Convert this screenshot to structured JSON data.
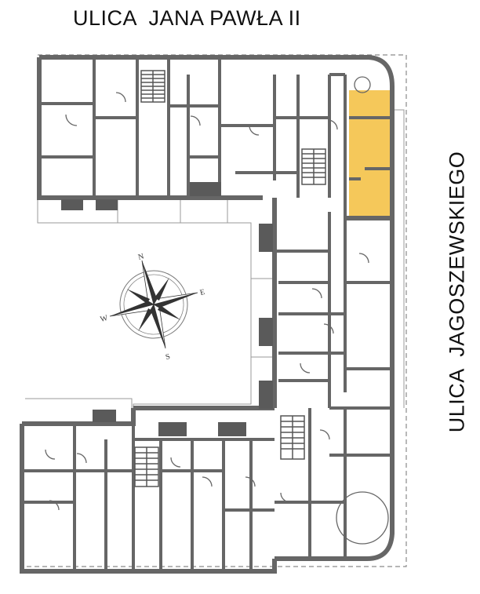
{
  "streets": {
    "top": "ULICA  JANA PAWŁA II",
    "right": "ULICA  JAGOSZEWSKIEGO"
  },
  "compass": {
    "n": "N",
    "e": "E",
    "s": "S",
    "w": "W"
  },
  "colors": {
    "wall": "#666666",
    "wall_dark": "#4d4d4d",
    "highlight": "#f5c85a",
    "outline": "#9a9a9a",
    "dashed": "#8a8a8a"
  },
  "highlighted_unit": "selected-apartment"
}
